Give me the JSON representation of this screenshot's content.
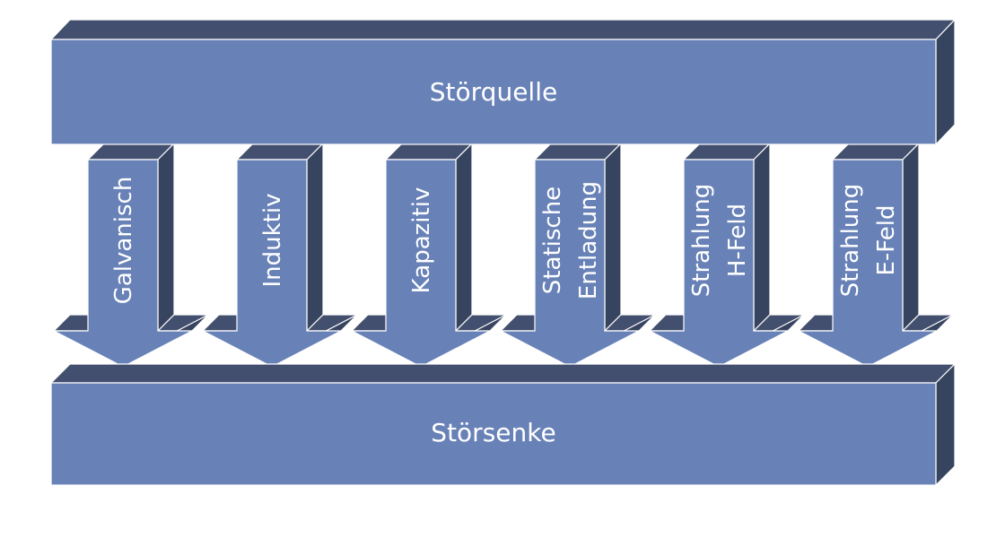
{
  "source": {
    "label": "Störquelle"
  },
  "sink": {
    "label": "Störsenke"
  },
  "paths": [
    {
      "lines": [
        "Galvanisch"
      ]
    },
    {
      "lines": [
        "Induktiv"
      ]
    },
    {
      "lines": [
        "Kapazitiv"
      ]
    },
    {
      "lines": [
        "Statische",
        "Entladung"
      ]
    },
    {
      "lines": [
        "Strahlung",
        "H-Feld"
      ]
    },
    {
      "lines": [
        "Strahlung",
        "E-Feld"
      ]
    }
  ],
  "colors": {
    "front": "#6882b8",
    "top": "#434f6e",
    "side": "#37445f",
    "text": "#ffffff"
  }
}
